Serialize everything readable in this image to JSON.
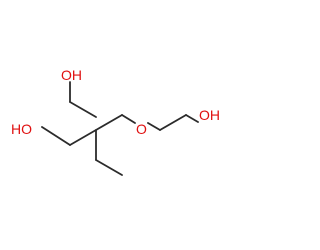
{
  "colors": {
    "bond": "#2b2b2b",
    "oxygen": "#e01010",
    "background": "#ffffff"
  },
  "labels": {
    "hydroxyl_top": "OH",
    "hydroxyl_left": "HO",
    "ether_oxygen": "O",
    "hydroxyl_right": "OH"
  }
}
